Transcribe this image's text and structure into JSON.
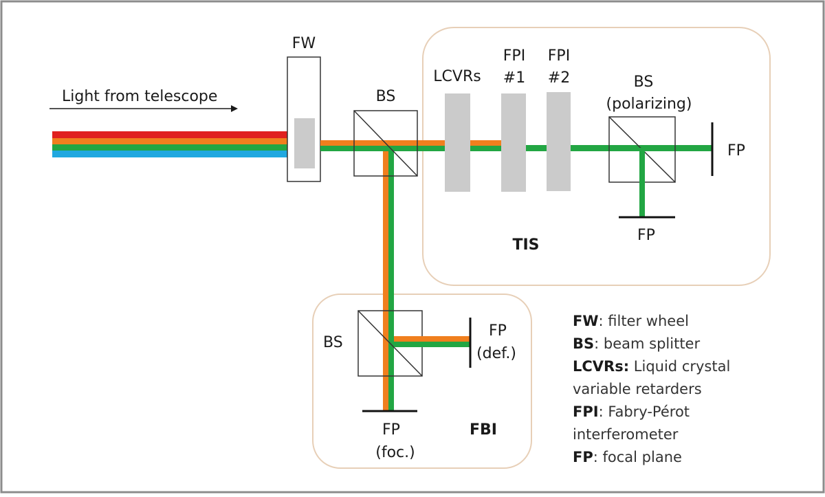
{
  "colors": {
    "red": "#e0201f",
    "orange": "#f07f1e",
    "green": "#22a643",
    "blue": "#21a8e0",
    "optic_gray": "#cbcbcb",
    "box_border": "#e7cfb7",
    "frame_border": "#8c8c8c"
  },
  "diagram": {
    "input_label": "Light from telescope",
    "fw_label": "FW",
    "bs_main_label": "BS",
    "lcvrs_label": "LCVRs",
    "fpi1_line1": "FPI",
    "fpi1_line2": "#1",
    "fpi2_line1": "FPI",
    "fpi2_line2": "#2",
    "bs_pol_line1": "BS",
    "bs_pol_line2": "(polarizing)",
    "fp_right": "FP",
    "fp_bottom": "FP",
    "tis_label": "TIS",
    "bs_fbi_label": "BS",
    "fp_def_line1": "FP",
    "fp_def_line2": "(def.)",
    "fp_foc_line1": "FP",
    "fp_foc_line2": "(foc.)",
    "fbi_label": "FBI"
  },
  "legend": [
    {
      "key": "FW",
      "text": ": filter wheel"
    },
    {
      "key": "BS",
      "text": ": beam splitter"
    },
    {
      "key": "LCVRs:",
      "text": " Liquid crystal"
    },
    {
      "key": "",
      "text": "variable retarders"
    },
    {
      "key": "FPI",
      "text": ": Fabry-Pérot"
    },
    {
      "key": "",
      "text": "interferometer"
    },
    {
      "key": "FP",
      "text": ": focal plane"
    }
  ]
}
